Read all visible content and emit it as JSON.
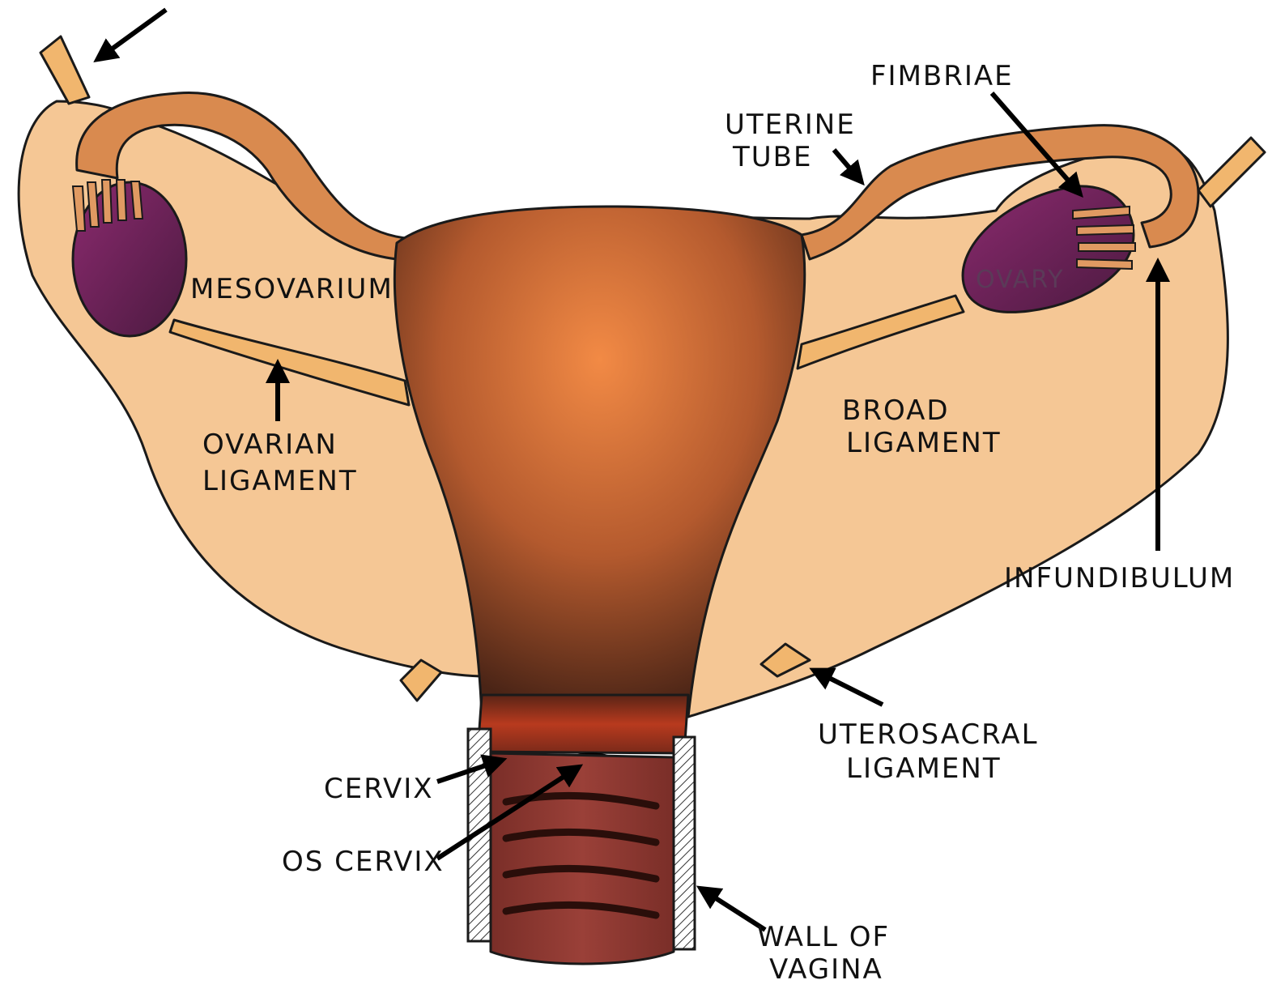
{
  "labels": {
    "fimbriae": "FIMBRIAE",
    "uterine_tube_line1": "UTERINE",
    "uterine_tube_line2": "TUBE",
    "mesovarium": "MESOVARIUM",
    "ovary": "OVARY",
    "broad_ligament_line1": "BROAD",
    "broad_ligament_line2": "LIGAMENT",
    "ovarian_ligament_line1": "OVARIAN",
    "ovarian_ligament_line2": "LIGAMENT",
    "infundibulum": "INFUNDIBULUM",
    "uterosacral_line1": "UTEROSACRAL",
    "uterosacral_line2": "LIGAMENT",
    "cervix": "CERVIX",
    "os_cervix": "OS CERVIX",
    "wall_of_vagina_line1": "WALL OF",
    "wall_of_vagina_line2": "VAGINA"
  },
  "colors": {
    "broad_ligament": "#f5c795",
    "uterus_light": "#f28a45",
    "uterus_dark": "#5a2e1c",
    "tube": "#d98a4f",
    "ligament_cord": "#f1b66e",
    "ovary_dark": "#5a1f4c",
    "ovary_light": "#8b2a6e",
    "vagina": "#8c3a32",
    "cervix": "#a8341e"
  }
}
